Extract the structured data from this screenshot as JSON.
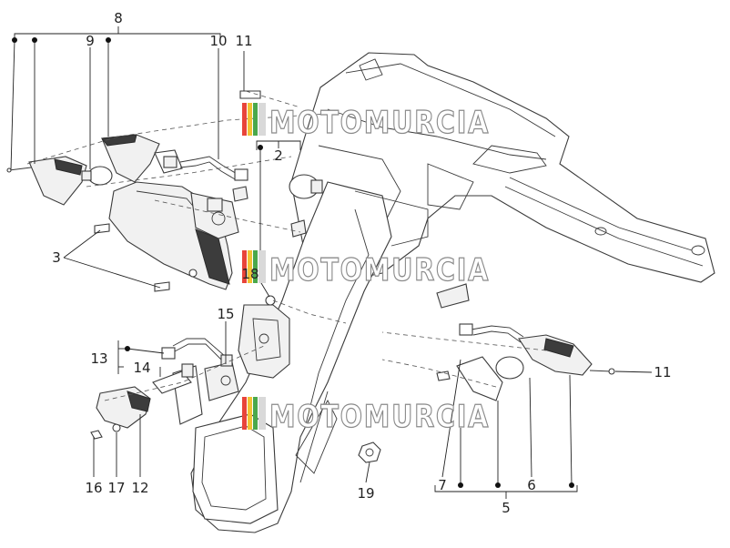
{
  "callouts": {
    "c1": "8",
    "c2": "9",
    "c3": "10",
    "c4": "11",
    "c5": "2",
    "c6": "3",
    "c7": "18",
    "c8": "15",
    "c9": "13",
    "c10": "14",
    "c11": "16",
    "c12": "17",
    "c13": "12",
    "c14": "19",
    "c15": "7",
    "c16": "6",
    "c17": "5",
    "c18": "11"
  },
  "watermark": {
    "text": "MOTOMURCIA",
    "colors": [
      "#e8443a",
      "#f2c233",
      "#4aa84b",
      "#d9d9d9"
    ]
  }
}
